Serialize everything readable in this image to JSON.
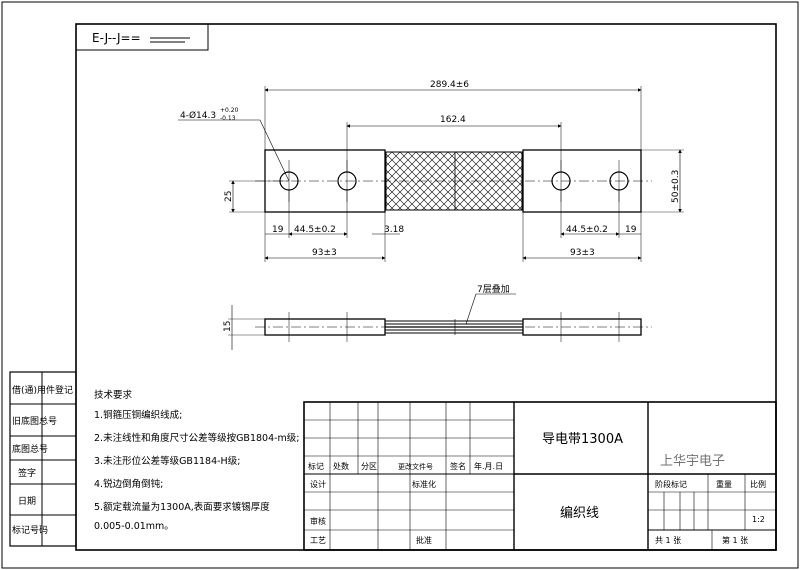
{
  "drawing": {
    "title_block_logo": "E-J--J==",
    "dimensions": {
      "overall_length": "289.4±6",
      "braid_length": "162.4",
      "hole_spec": "4-Ø14.3",
      "hole_tol_upper": "+0.20",
      "hole_tol_lower": "-0.13",
      "height_left": "25",
      "width_right": "50±0.3",
      "left_edge": "19",
      "left_pitch": "44.5±0.2",
      "gap": "3.18",
      "right_pitch": "44.5±0.2",
      "right_edge": "19",
      "left_lug": "93±3",
      "right_lug": "93±3",
      "thickness": "15",
      "layers_note": "7层叠加"
    }
  },
  "notes": {
    "title": "技术要求",
    "items": [
      "1.铜箍压铜编织线成;",
      "2.未注线性和角度尺寸公差等级按GB1804-m级;",
      "3.未注形位公差等级GB1184-H级;",
      "4.锐边倒角倒钝;",
      "5.额定载流量为1300A,表面要求镀锡厚度",
      "0.005-0.01mm。"
    ]
  },
  "side_table": {
    "rows": [
      "借(通)用件登记",
      "旧底图总号",
      "底图总号",
      "签字",
      "日期",
      "标记号码"
    ]
  },
  "title_block": {
    "part_name": "导电带1300A",
    "material": "编织线",
    "headers": [
      "标记",
      "处数",
      "分区",
      "更改文件号",
      "签名",
      "年.月.日"
    ],
    "design": "设计",
    "standardize": "标准化",
    "review": "审核",
    "process": "工艺",
    "approve": "批准",
    "stage_mark": "阶段标记",
    "weight": "重量",
    "scale": "比例",
    "scale_value": "1:2",
    "total_sheets": "共 1 张",
    "sheet_no": "第 1 张",
    "company_blurred": "上华宇电子"
  }
}
